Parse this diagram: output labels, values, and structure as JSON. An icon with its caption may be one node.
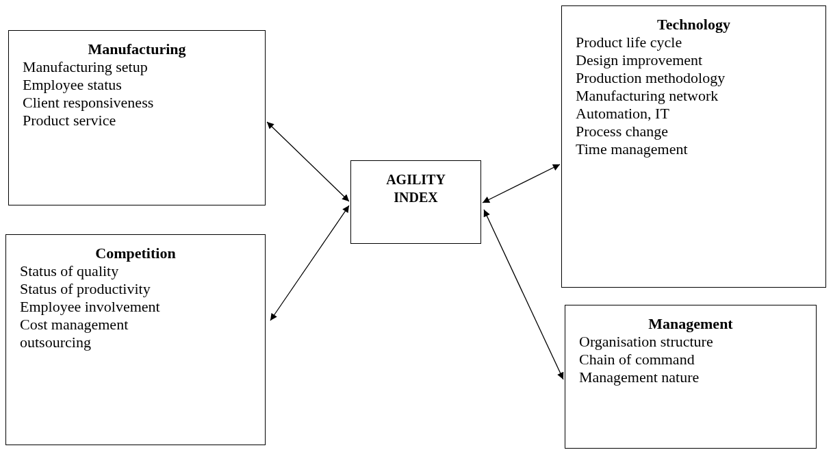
{
  "diagram": {
    "nodes": [
      {
        "text": [
          "Manufacturing",
          "Manufacturing setup",
          "Employee status",
          "Client responsiveness",
          "Product service"
        ]
      },
      {
        "text": [
          "Competition",
          "Status of quality",
          "Status of productivity",
          "Employee involvement",
          "Cost management",
          "outsourcing"
        ]
      },
      {
        "text": [
          "AGILITY INDEX"
        ]
      },
      {
        "text": [
          "Technology",
          "Product life cycle",
          "Design improvement",
          "Production methodology",
          "Manufacturing network",
          "Automation, IT",
          "Process change",
          "Time management"
        ]
      },
      {
        "text": [
          "Management",
          "Organisation structure",
          "Chain of command",
          "Management nature"
        ]
      }
    ],
    "edges": [
      {
        "from": 0,
        "to": 2,
        "arrow": "both"
      },
      {
        "from": 1,
        "to": 2,
        "arrow": "both"
      },
      {
        "from": 3,
        "to": 2,
        "arrow": "both"
      },
      {
        "from": 4,
        "to": 2,
        "arrow": "both"
      }
    ]
  }
}
